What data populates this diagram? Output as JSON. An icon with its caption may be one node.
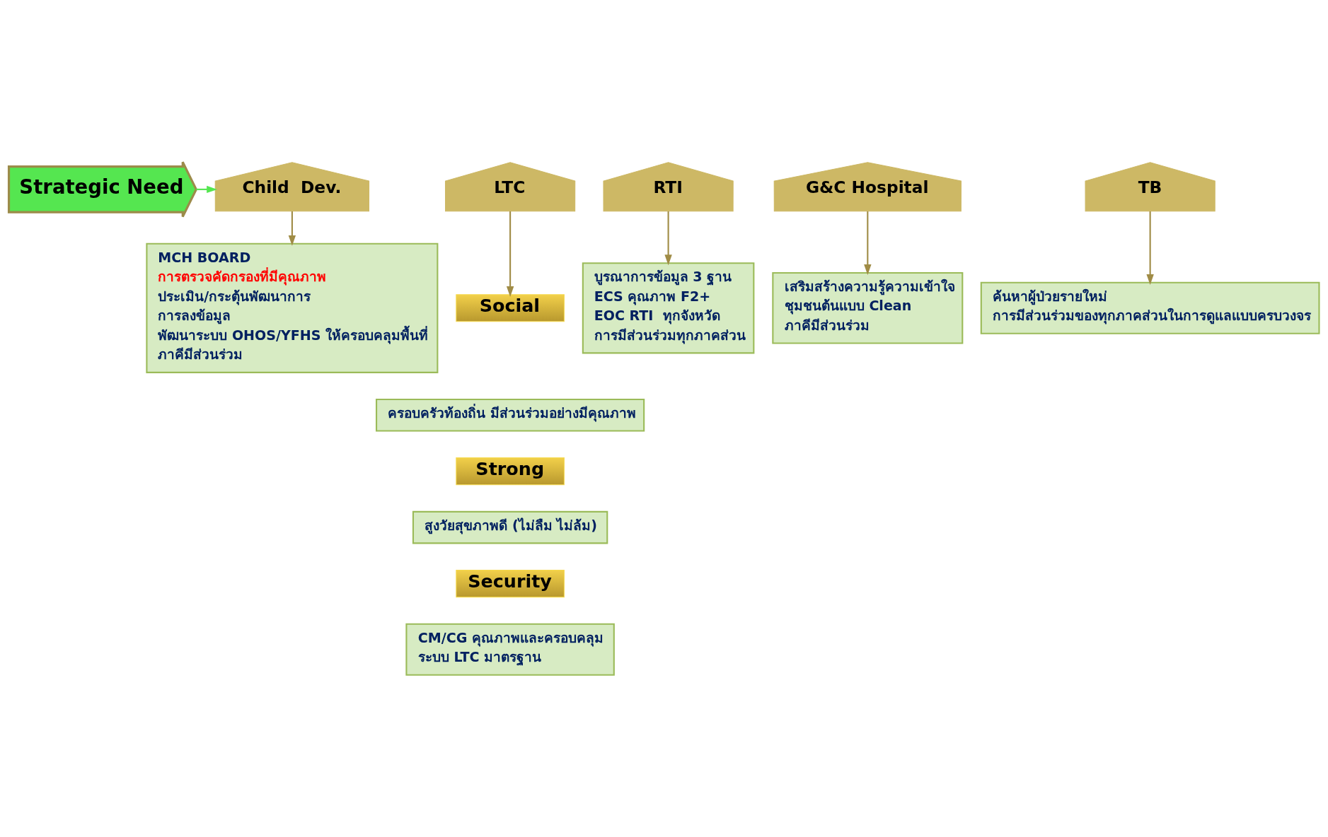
{
  "diagram": {
    "nodes": [
      {
        "text": [
          "Strategic Need"
        ]
      },
      {
        "text": [
          "Child  Dev."
        ]
      },
      {
        "text": [
          "LTC"
        ]
      },
      {
        "text": [
          "RTI"
        ]
      },
      {
        "text": [
          "G&C Hospital"
        ]
      },
      {
        "text": [
          "TB"
        ]
      },
      {
        "text": [
          "MCH BOARD",
          "การตรวจคัดกรองที่มีคุณภาพ",
          "ประเมิน/กระตุ้นพัฒนาการ",
          "การลงข้อมูล",
          "พัฒนาระบบ OHOS/YFHS ให้ครอบคลุมพื้นที่",
          "ภาคีมีส่วนร่วม"
        ]
      },
      {
        "text": [
          "Social"
        ]
      },
      {
        "text": [
          "ครอบครัวท้องถิ่น มีส่วนร่วมอย่างมีคุณภาพ"
        ]
      },
      {
        "text": [
          "Strong"
        ]
      },
      {
        "text": [
          "สูงวัยสุขภาพดี (ไม่ลืม ไม่ล้ม)"
        ]
      },
      {
        "text": [
          "Security"
        ]
      },
      {
        "text": [
          "CM/CG คุณภาพและครอบคลุม",
          "ระบบ LTC มาตรฐาน"
        ]
      },
      {
        "text": [
          "บูรณาการข้อมูล 3 ฐาน",
          "ECS คุณภาพ F2+",
          "EOC RTI  ทุกจังหวัด",
          "การมีส่วนร่วมทุกภาคส่วน"
        ]
      },
      {
        "text": [
          "เสริมสร้างความรู้ความเข้าใจ",
          "ชุมชนต้นแบบ Clean",
          "ภาคีมีส่วนร่วม"
        ]
      },
      {
        "text": [
          "ค้นหาผู้ป่วยรายใหม่",
          "การมีส่วนร่วมของทุกภาคส่วนในการดูแลแบบครบวงจร"
        ]
      }
    ],
    "edges": [
      {
        "from": 0,
        "to": 1,
        "arrow": "to",
        "color": "#55e650"
      },
      {
        "from": 1,
        "to": 6,
        "arrow": "to"
      },
      {
        "from": 2,
        "to": 7,
        "arrow": "to"
      },
      {
        "from": 3,
        "to": 13,
        "arrow": "to"
      },
      {
        "from": 4,
        "to": 14,
        "arrow": "to"
      },
      {
        "from": 5,
        "to": 15,
        "arrow": "to"
      }
    ]
  }
}
